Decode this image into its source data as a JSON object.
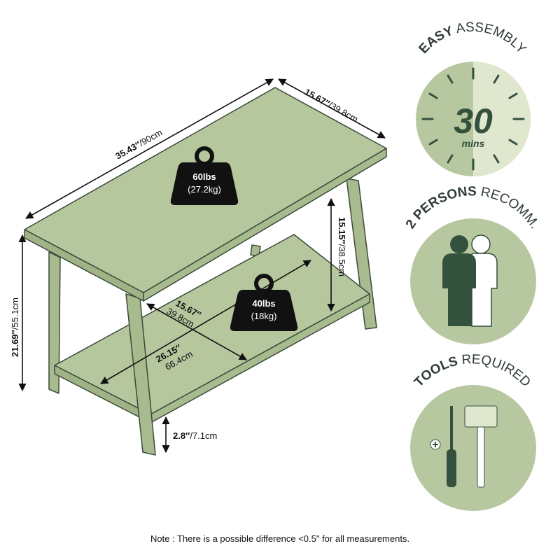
{
  "colors": {
    "wood": "#b6c79e",
    "wood_dark": "#9fb387",
    "outline": "#3a4a3a",
    "badge_circle": "#b7c8a0",
    "badge_light": "#dfe8cf",
    "badge_dark": "#34513d",
    "weight_icon": "#111111"
  },
  "dimensions": {
    "top_length": {
      "imperial": "35.43″",
      "metric": "/90cm"
    },
    "top_depth": {
      "imperial": "15.67″",
      "metric": "/39.8cm"
    },
    "total_height": {
      "imperial": "21.69″",
      "metric": "/55.1cm"
    },
    "shelf_clearance": {
      "imperial": "15.15″",
      "metric": "/38.5cm"
    },
    "shelf_depth": {
      "imperial": "15.67″",
      "metric": "39.8cm"
    },
    "shelf_length": {
      "imperial": "26.15″",
      "metric": "66.4cm"
    },
    "ground_clearance": {
      "imperial": "2.8″",
      "metric": "/7.1cm"
    }
  },
  "weights": {
    "top": {
      "lbs": "60lbs",
      "kg": "(27.2kg)"
    },
    "shelf": {
      "lbs": "40lbs",
      "kg": "(18kg)"
    }
  },
  "badges": {
    "assembly": {
      "bold": "EASY",
      "regular": " ASSEMBLY",
      "number": "30",
      "unit": "mins",
      "icon": "clock-icon"
    },
    "persons": {
      "bold": "2 PERSONS",
      "regular": " RECOMM.",
      "icon": "two-persons-icon"
    },
    "tools": {
      "bold": "TOOLS",
      "regular": " REQUIRED",
      "icon": "screwdriver-hammer-icon"
    }
  },
  "note": "Note : There is a possible difference <0.5″ for all measurements."
}
